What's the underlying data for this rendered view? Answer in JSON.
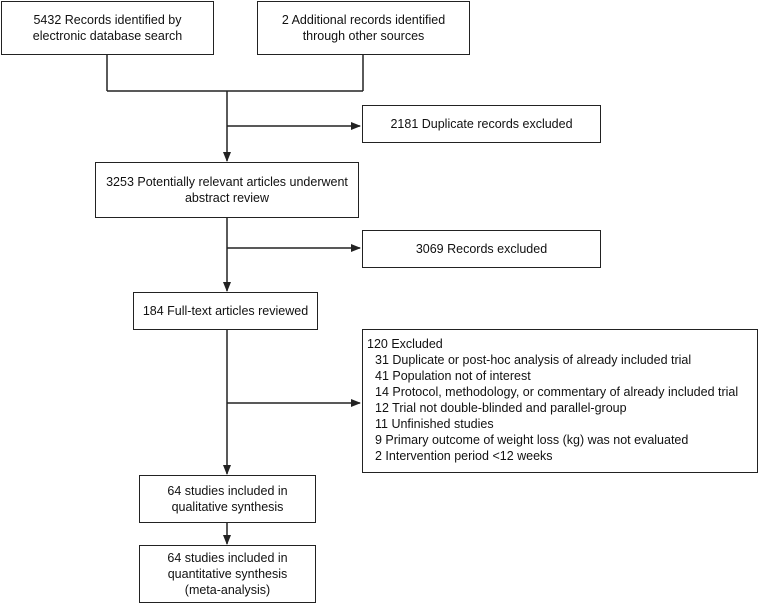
{
  "boxes": {
    "database_search": [
      "5432 Records identified by",
      "electronic database search"
    ],
    "other_sources": [
      "2 Additional records identified",
      "through other sources"
    ],
    "duplicates": [
      "2181 Duplicate records excluded"
    ],
    "abstract_review": [
      "3253 Potentially relevant articles underwent",
      "abstract review"
    ],
    "records_excluded": [
      "3069 Records excluded"
    ],
    "full_text": [
      "184 Full-text articles reviewed"
    ],
    "excluded": {
      "title": "120 Excluded",
      "items": [
        "31 Duplicate or post-hoc analysis of already included trial",
        "41 Population not of interest",
        "14 Protocol, methodology, or commentary of already included trial",
        "12 Trial not double-blinded and parallel-group",
        "11 Unfinished studies",
        "9 Primary outcome of weight loss (kg) was not evaluated",
        "2 Intervention period <12 weeks"
      ]
    },
    "qualitative": [
      "64 studies included in",
      "qualitative synthesis"
    ],
    "quantitative": [
      "64 studies included in",
      "quantitative synthesis",
      "(meta-analysis)"
    ]
  },
  "colors": {
    "line": "#222222",
    "text": "#111111"
  }
}
